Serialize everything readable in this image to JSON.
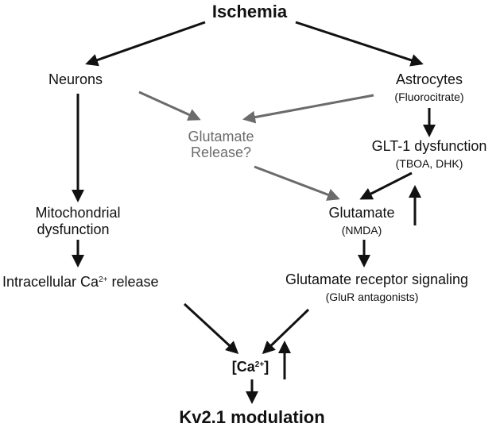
{
  "nodes": {
    "ischemia": "Ischemia",
    "neurons": "Neurons",
    "astrocytes": "Astrocytes",
    "astrocytes_note": "(Fluorocitrate)",
    "glutamate_release_line1": "Glutamate",
    "glutamate_release_line2": "Release?",
    "glt1": "GLT-1 dysfunction",
    "glt1_note": "(TBOA, DHK)",
    "mito_line1": "Mitochondrial",
    "mito_line2": "dysfunction",
    "glutamate": "Glutamate",
    "glutamate_note": "(NMDA)",
    "intracellular_prefix": "Intracellular Ca",
    "intracellular_sup": "2+",
    "intracellular_suffix": " release",
    "glur_signal": "Glutamate receptor signaling",
    "glur_note": "(GluR antagonists)",
    "ca_prefix": "[Ca",
    "ca_sup": "2+",
    "ca_suffix": "]",
    "kv": "Kv2.1 modulation"
  },
  "colors": {
    "black_arrow": "#111111",
    "gray_arrow": "#6b6b6b"
  }
}
